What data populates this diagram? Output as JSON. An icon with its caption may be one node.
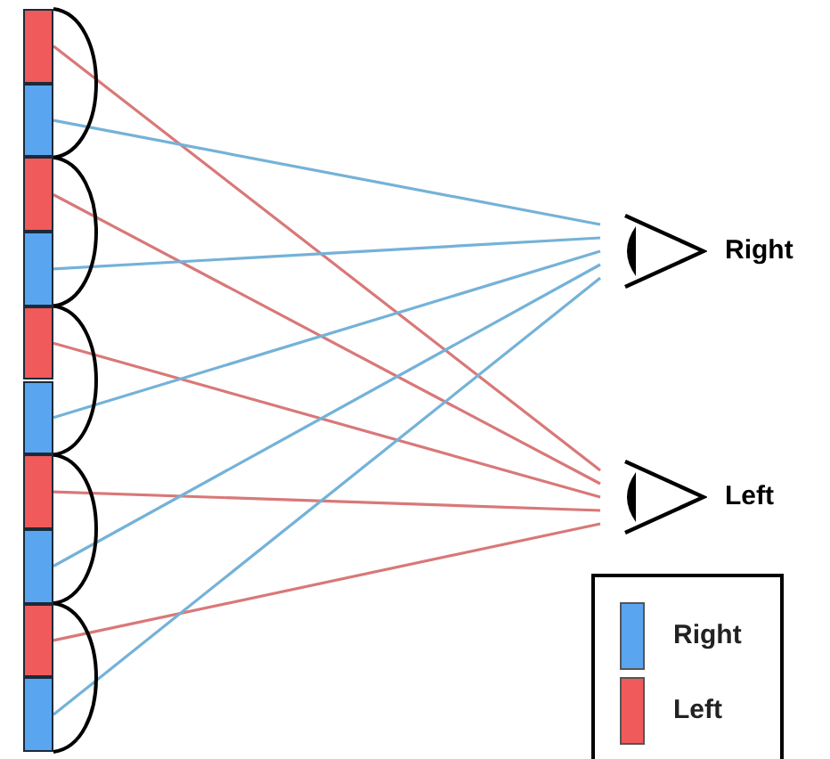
{
  "diagram": {
    "nodes": [
      {
        "text": [],
        "shape": "box"
      },
      {
        "text": [],
        "shape": "box"
      },
      {
        "text": [],
        "shape": "box"
      },
      {
        "text": [],
        "shape": "box"
      },
      {
        "text": [],
        "shape": "box"
      },
      {
        "text": [],
        "shape": "box"
      },
      {
        "text": [],
        "shape": "box"
      },
      {
        "text": [],
        "shape": "box"
      },
      {
        "text": [],
        "shape": "box"
      },
      {
        "text": [],
        "shape": "box"
      },
      {
        "text": [
          "Right"
        ]
      },
      {
        "text": [
          "Left"
        ]
      }
    ],
    "edges": [
      {
        "from": 0,
        "to": 11,
        "arrow": "none",
        "color": "#d97878"
      },
      {
        "from": 1,
        "to": 10,
        "arrow": "none",
        "color": "#74b2d8"
      },
      {
        "from": 2,
        "to": 11,
        "arrow": "none",
        "color": "#d97878"
      },
      {
        "from": 3,
        "to": 10,
        "arrow": "none",
        "color": "#74b2d8"
      },
      {
        "from": 4,
        "to": 11,
        "arrow": "none",
        "color": "#d97878"
      },
      {
        "from": 5,
        "to": 10,
        "arrow": "none",
        "color": "#74b2d8"
      },
      {
        "from": 6,
        "to": 11,
        "arrow": "none",
        "color": "#d97878"
      },
      {
        "from": 7,
        "to": 10,
        "arrow": "none",
        "color": "#74b2d8"
      },
      {
        "from": 8,
        "to": 11,
        "arrow": "none",
        "color": "#d97878"
      },
      {
        "from": 9,
        "to": 10,
        "arrow": "none",
        "color": "#74b2d8"
      }
    ],
    "legend": [
      {
        "text": "Right",
        "color": "#5aa5f0"
      },
      {
        "text": "Left",
        "color": "#f05a5a"
      }
    ]
  }
}
